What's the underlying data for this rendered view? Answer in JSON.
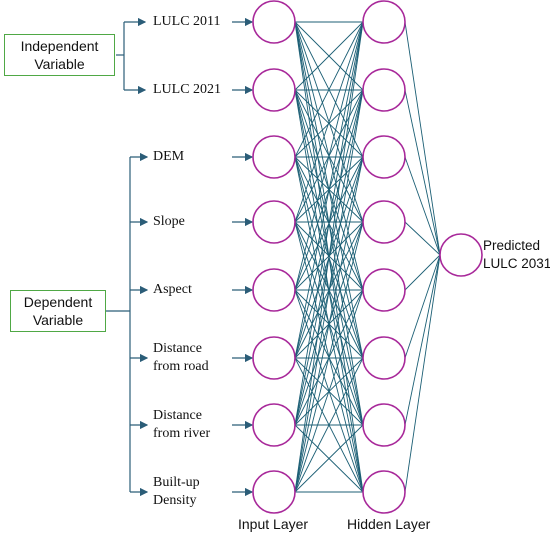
{
  "groups": {
    "independent_label": "Independent\nVariable",
    "dependent_label": "Dependent\nVariable"
  },
  "inputs": [
    {
      "label": "LULC 2011"
    },
    {
      "label": "LULC 2021"
    },
    {
      "label": "DEM"
    },
    {
      "label": "Slope"
    },
    {
      "label": "Aspect"
    },
    {
      "label": "Distance\nfrom road"
    },
    {
      "label": "Distance\nfrom river"
    },
    {
      "label": "Built-up\nDensity"
    }
  ],
  "layers": {
    "input_label": "Input Layer",
    "hidden_label": "Hidden Layer",
    "output_label": "Predicted\nLULC 2031",
    "input_count": 8,
    "hidden_count": 8
  },
  "colors": {
    "node_stroke": "#a8299a",
    "connection": "#1c5f75",
    "arrow": "#2b5d78",
    "box_border": "#4fa845"
  }
}
